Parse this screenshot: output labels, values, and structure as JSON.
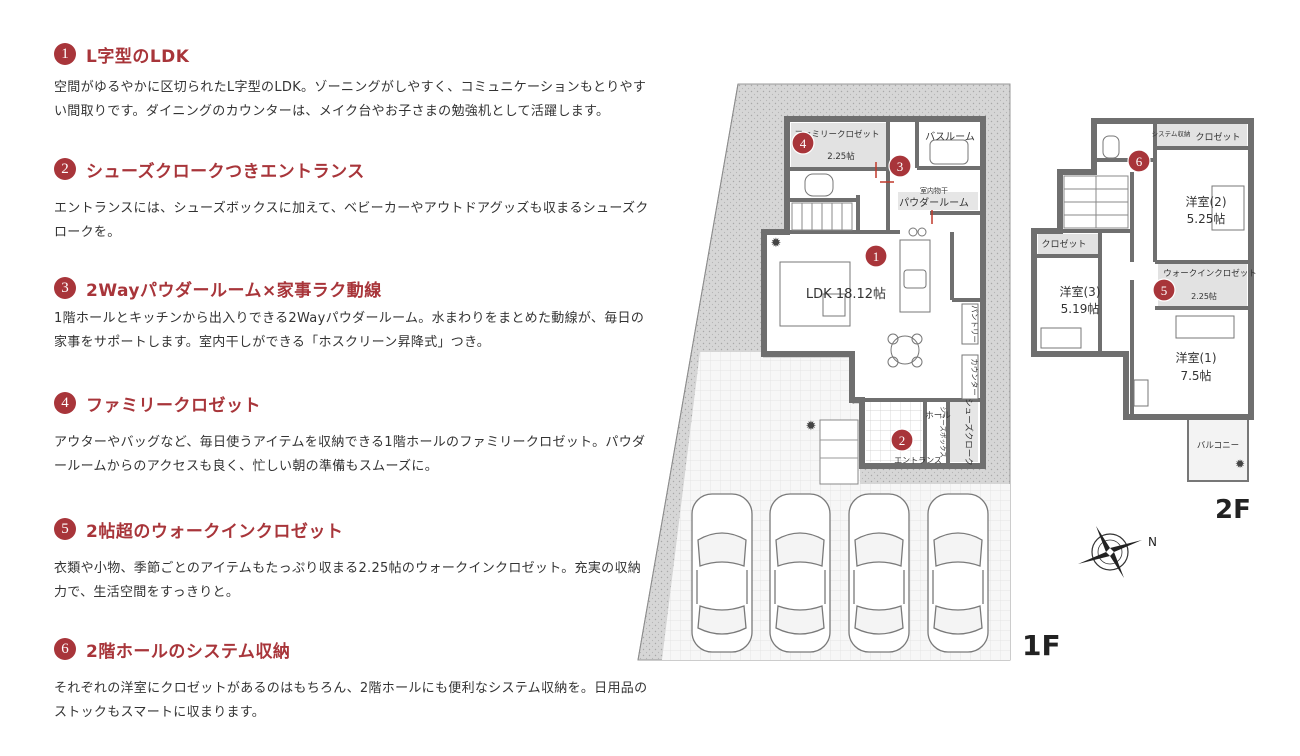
{
  "features": [
    {
      "number": "1",
      "title": "L字型のLDK",
      "description": "空間がゆるやかに区切られたL字型のLDK。ゾーニングがしやすく、コミュニケーションもとりやすい間取りです。ダイニングのカウンターは、メイク台やお子さまの勉強机として活躍します。"
    },
    {
      "number": "2",
      "title": "シューズクロークつきエントランス",
      "description": "エントランスには、シューズボックスに加えて、ベビーカーやアウトドアグッズも収まるシューズクロークを。"
    },
    {
      "number": "3",
      "title": "2Wayパウダールーム×家事ラク動線",
      "description": "1階ホールとキッチンから出入りできる2Wayパウダールーム。水まわりをまとめた動線が、毎日の家事をサポートします。室内干しができる「ホスクリーン昇降式」つき。"
    },
    {
      "number": "4",
      "title": "ファミリークロゼット",
      "description": "アウターやバッグなど、毎日使うアイテムを収納できる1階ホールのファミリークロゼット。パウダールームからのアクセスも良く、忙しい朝の準備もスムーズに。"
    },
    {
      "number": "5",
      "title": "2帖超のウォークインクロゼット",
      "description": "衣類や小物、季節ごとのアイテムもたっぷり収まる2.25帖のウォークインクロゼット。充実の収納力で、生活空間をすっきりと。"
    },
    {
      "number": "6",
      "title": "2階ホールのシステム収納",
      "description": "それぞれの洋室にクロゼットがあるのはもちろん、2階ホールにも便利なシステム収納を。日用品のストックもスマートに収まります。"
    }
  ],
  "floor1": {
    "label": "1F",
    "rooms": {
      "family_closet": "ファミリークロゼット",
      "family_closet_area": "2.25帖",
      "bath": "バスルーム",
      "drying_note": "室内物干",
      "powder": "パウダールーム",
      "ldk": "LDK 18.12帖",
      "pantry": "パントリー",
      "counter": "カウンター",
      "hall": "ホール",
      "shoes_box": "シューズボックス",
      "shoes_cloak": "シューズクローク",
      "entrance": "エントランス"
    }
  },
  "floor2": {
    "label": "2F",
    "rooms": {
      "system_storage": "システム収納",
      "closet_top": "クロゼット",
      "room2": "洋室(2)",
      "room2_area": "5.25帖",
      "closet_left": "クロゼット",
      "room3": "洋室(3)",
      "room3_area": "5.19帖",
      "wic": "ウォークインクロゼット",
      "wic_area": "2.25帖",
      "room1": "洋室(1)",
      "room1_area": "7.5帖",
      "balcony": "バルコニー"
    }
  },
  "compass": {
    "north_label": "N"
  },
  "colors": {
    "accent": "#a8353a",
    "wall": "#707070",
    "yard": "#d7d7d7",
    "driveway": "#f1f1f1"
  }
}
